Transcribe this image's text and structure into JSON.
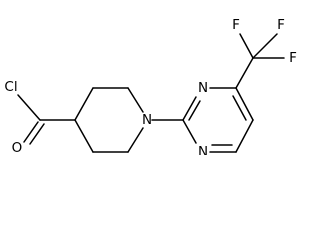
{
  "structure": {
    "atoms": {
      "acyl_chloride_cl": "Cl",
      "carbonyl_o": "O",
      "piperidine_n": "N",
      "pyrimidine_n3": "N",
      "pyrimidine_n1": "N",
      "trifluoromethyl_f_top_left": "F",
      "trifluoromethyl_f_top_right": "F",
      "trifluoromethyl_f_right": "F"
    }
  }
}
